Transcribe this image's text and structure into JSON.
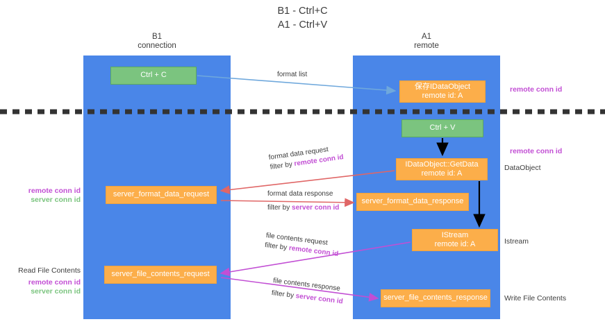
{
  "title": {
    "line1": "B1 - Ctrl+C",
    "line2": "A1 - Ctrl+V"
  },
  "lanes": [
    {
      "id": "b1",
      "name": "B1",
      "sub": "connection"
    },
    {
      "id": "a1",
      "name": "A1",
      "sub": "remote"
    }
  ],
  "nodes": {
    "ctrl_c": {
      "line1": "Ctrl + C",
      "line2": ""
    },
    "dataobject": {
      "line1": "保存IDataObject",
      "line2": "remote id: A"
    },
    "ctrl_v": {
      "line1": "Ctrl + V",
      "line2": ""
    },
    "getdata": {
      "line1": "IDataObject::GetData",
      "line2": "remote id: A"
    },
    "server_format_data_request": {
      "line1": "server_format_data_request",
      "line2": ""
    },
    "server_format_data_response": {
      "line1": "server_format_data_response",
      "line2": ""
    },
    "istream": {
      "line1": "IStream",
      "line2": "remote id: A"
    },
    "server_file_contents_request": {
      "line1": "server_file_contents_request",
      "line2": ""
    },
    "server_file_contents_response": {
      "line1": "server_file_contents_response",
      "line2": ""
    }
  },
  "edge_labels": {
    "format_list": "format list",
    "format_data_request": "format data request",
    "format_data_request_filter_prefix": "filter by ",
    "format_data_request_filter_key": "remote conn id",
    "format_data_response": "format data response",
    "format_data_response_filter_prefix": "filter by ",
    "format_data_response_filter_key": "server conn id",
    "file_contents_request": "file contents request",
    "file_contents_request_filter_prefix": "filter by ",
    "file_contents_request_filter_key": "remote conn id",
    "file_contents_response": "file contents response",
    "file_contents_response_filter_prefix": "filter by ",
    "file_contents_response_filter_key": "server conn id"
  },
  "annotations": {
    "remote_conn_id_top": "remote conn id",
    "remote_conn_id_mid": "remote conn id",
    "dataobject": "DataObject",
    "istream": "Istream",
    "write_file_contents": "Write File Contents",
    "read_file_contents": "Read File Contents",
    "left_remote_conn_id": "remote conn id",
    "left_server_conn_id": "server conn id",
    "left_remote_conn_id_2": "remote conn id",
    "left_server_conn_id_2": "server conn id"
  },
  "colors": {
    "lane": "#4a86e8",
    "green_box": "#7bc47f",
    "orange_box": "#fcae4a",
    "format_list_arrow": "#6fa8dc",
    "format_data_arrow": "#e06666",
    "file_contents_arrow": "#c24fd4",
    "control_arrow": "#000000",
    "remote_conn_id_text": "#c24fd4",
    "server_conn_id_text": "#7bc47f",
    "divider": "#333333"
  }
}
